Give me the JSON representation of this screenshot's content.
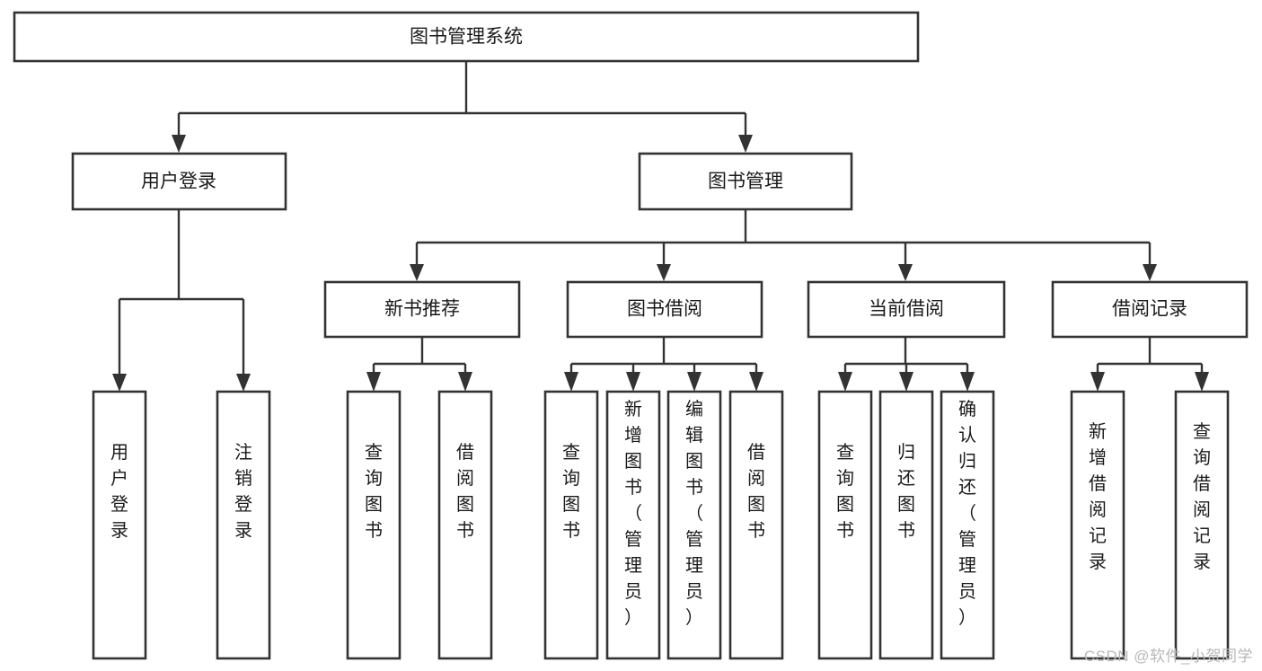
{
  "diagram": {
    "title": "图书管理系统",
    "type": "hierarchy-tree",
    "orientation": "top-down",
    "root": {
      "id": "root",
      "label": "图书管理系统"
    },
    "level2": [
      {
        "id": "user-login",
        "label": "用户登录"
      },
      {
        "id": "book-manage",
        "label": "图书管理"
      }
    ],
    "level3": [
      {
        "id": "new-book-rec",
        "label": "新书推荐",
        "parent": "book-manage"
      },
      {
        "id": "book-borrow",
        "label": "图书借阅",
        "parent": "book-manage"
      },
      {
        "id": "current-borrow",
        "label": "当前借阅",
        "parent": "book-manage"
      },
      {
        "id": "borrow-record",
        "label": "借阅记录",
        "parent": "book-manage"
      }
    ],
    "leaves": [
      {
        "id": "leaf-user-login",
        "label": "用户登录",
        "parent": "user-login"
      },
      {
        "id": "leaf-logout",
        "label": "注销登录",
        "parent": "user-login"
      },
      {
        "id": "leaf-query-book-1",
        "label": "查询图书",
        "parent": "new-book-rec"
      },
      {
        "id": "leaf-borrow-book-1",
        "label": "借阅图书",
        "parent": "new-book-rec"
      },
      {
        "id": "leaf-query-book-2",
        "label": "查询图书",
        "parent": "book-borrow"
      },
      {
        "id": "leaf-add-book",
        "label": "新增图书（管理员）",
        "parent": "book-borrow"
      },
      {
        "id": "leaf-edit-book",
        "label": "编辑图书（管理员）",
        "parent": "book-borrow"
      },
      {
        "id": "leaf-borrow-book-2",
        "label": "借阅图书",
        "parent": "book-borrow"
      },
      {
        "id": "leaf-query-book-3",
        "label": "查询图书",
        "parent": "current-borrow"
      },
      {
        "id": "leaf-return-book",
        "label": "归还图书",
        "parent": "current-borrow"
      },
      {
        "id": "leaf-confirm-return",
        "label": "确认归还（管理员）",
        "parent": "current-borrow"
      },
      {
        "id": "leaf-add-record",
        "label": "新增借阅记录",
        "parent": "borrow-record"
      },
      {
        "id": "leaf-query-record",
        "label": "查询借阅记录",
        "parent": "borrow-record"
      }
    ],
    "colors": {
      "box_stroke": "#333333",
      "box_fill": "#ffffff",
      "connector": "#333333",
      "text": "#1a1a1a",
      "watermark": "#b8b8b8",
      "background": "#ffffff"
    }
  },
  "watermark": {
    "text": "CSDN @软件_小贺同学"
  }
}
